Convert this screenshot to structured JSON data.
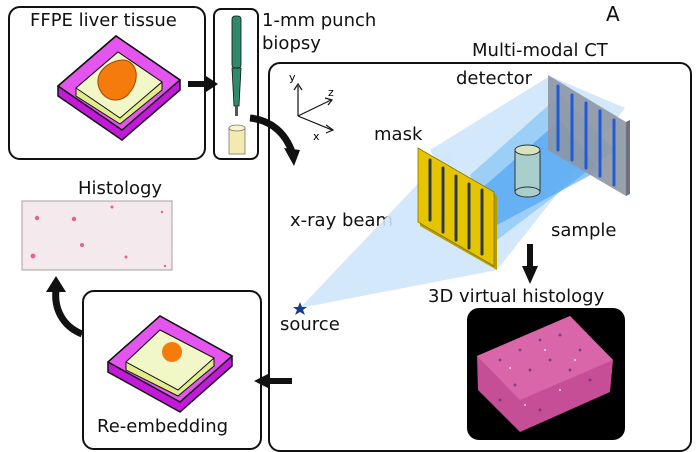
{
  "panel_label": "A",
  "labels": {
    "ffpe": "FFPE liver tissue",
    "punch_line1": "1-mm punch",
    "punch_line2": "biopsy",
    "multimodal": "Multi-modal CT",
    "detector": "detector",
    "mask": "mask",
    "xray_beam": "x-ray beam",
    "sample": "sample",
    "source": "source",
    "virtual_histology": "3D virtual histology",
    "histology": "Histology",
    "reembedding": "Re-embedding"
  },
  "axes": {
    "x": "x",
    "y": "y",
    "z": "z"
  },
  "colors": {
    "cassette": "#e455f0",
    "cassette_dark": "#c21ad8",
    "wax": "#f2f7c8",
    "wax_side": "#e2ec8a",
    "tissue": "#f57c0c",
    "punch": "#2e8a6a",
    "core": "#f3eab0",
    "beam_light": "#cfe6fb",
    "beam_mid": "#8cc8f7",
    "beam_dark": "#3a98f0",
    "mask": "#e6c500",
    "mask_side": "#b89d00",
    "detector": "#8d96a3",
    "detector_lines": "#1f5bd8",
    "sample": "#a8cfcc",
    "source_star": "#1a3b8c",
    "histo_bg": "#f4e9ec",
    "histo_dots": "#ea5c9a",
    "volume": "#d966a9"
  }
}
